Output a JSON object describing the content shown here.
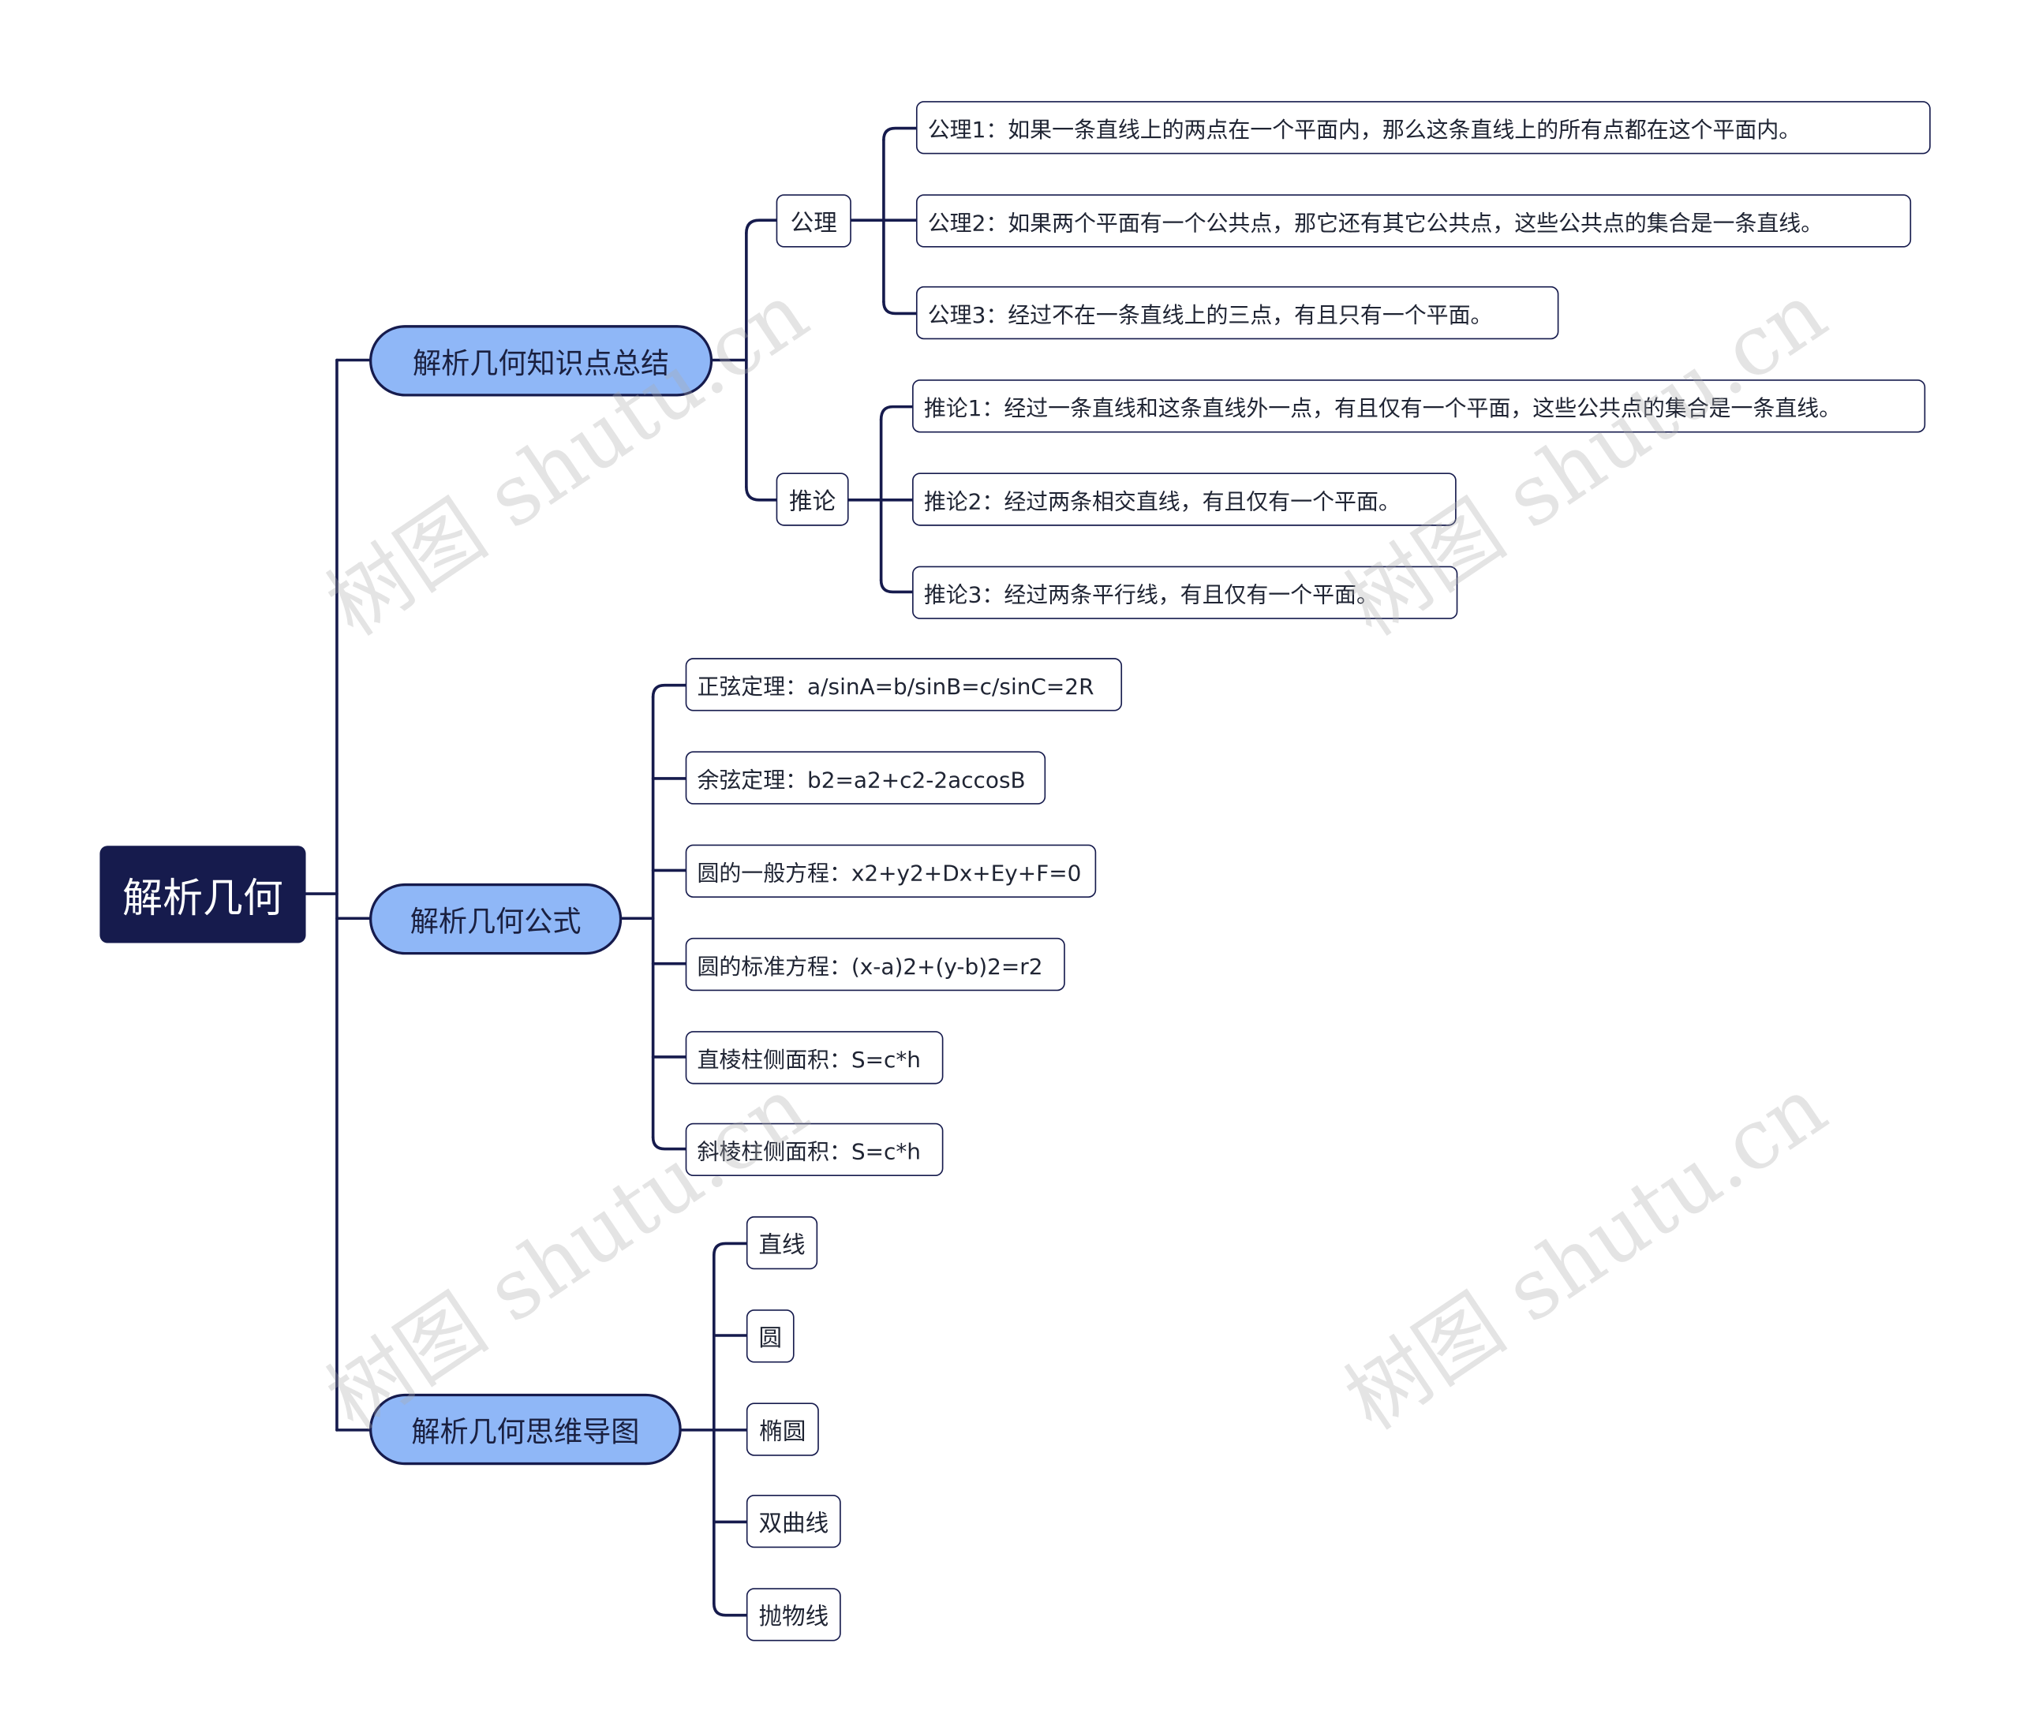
{
  "root": {
    "label": "解析几何"
  },
  "branches": [
    {
      "label": "解析几何知识点总结",
      "groups": [
        {
          "label": "公理",
          "items": [
            "公理1：如果一条直线上的两点在一个平面内，那么这条直线上的所有点都在这个平面内。",
            "公理2：如果两个平面有一个公共点，那它还有其它公共点，这些公共点的集合是一条直线。",
            "公理3：经过不在一条直线上的三点，有且只有一个平面。"
          ]
        },
        {
          "label": "推论",
          "items": [
            "推论1：经过一条直线和这条直线外一点，有且仅有一个平面，这些公共点的集合是一条直线。",
            "推论2：经过两条相交直线，有且仅有一个平面。",
            "推论3：经过两条平行线，有且仅有一个平面。"
          ]
        }
      ]
    },
    {
      "label": "解析几何公式",
      "items": [
        "正弦定理：a/sinA=b/sinB=c/sinC=2R",
        "余弦定理：b2=a2+c2-2accosB",
        "圆的一般方程：x2+y2+Dx+Ey+F=0",
        "圆的标准方程：(x-a)2+(y-b)2=r2",
        "直棱柱侧面积：S=c*h",
        "斜棱柱侧面积：S=c*h"
      ]
    },
    {
      "label": "解析几何思维导图",
      "items": [
        "直线",
        "圆",
        "椭圆",
        "双曲线",
        "抛物线"
      ]
    }
  ],
  "watermarks": [
    "树图 shutu.cn",
    "树图 shutu.cn",
    "树图 shutu.cn",
    "树图 shutu.cn"
  ],
  "colors": {
    "root_bg": "#161b4d",
    "branch_bg": "#8fb7f7",
    "line": "#161b4d",
    "leaf_bg": "#ffffff"
  }
}
